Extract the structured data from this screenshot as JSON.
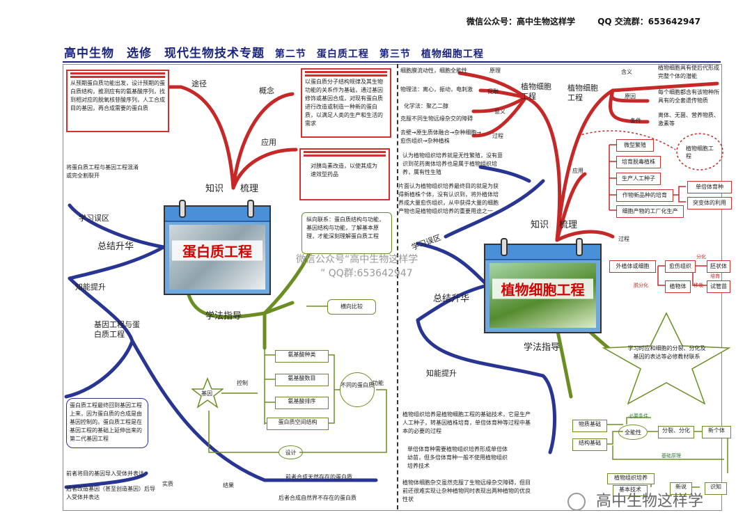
{
  "header": {
    "wechat": "微信公众号：高中生物这样学",
    "qq": "QQ 交流群：653642947"
  },
  "title": {
    "main": "高中生物　选修　现代生物技术专题",
    "sub": "第二节　蛋白质工程　第三节　植物细胞工程"
  },
  "left": {
    "card_title": "蛋白质工程",
    "branch_labels": {
      "path": "途径",
      "concept": "概念",
      "apply": "应用",
      "knowledge": "知识",
      "comb": "梳理",
      "mistakes": "学习误区",
      "summary": "总结升华",
      "ability": "知能提升",
      "gene": "基因工程与蛋白质工程",
      "method": "学法指导",
      "compare": "横向比较",
      "control": "控制",
      "function": "功能",
      "design": "设计",
      "result": "结果",
      "essence": "实质"
    },
    "path_text": "从预期蛋白质功能出发，设计预期的蛋白质结构，推测应有的氨基酸序列，找到相对应的脱氧核苷酸序列，人工合成目的基因，再合成需要的蛋白质",
    "concept_text": "以蛋白质分子结构规律及其生物功能的关系作为基础，通过基因修饰或基因合成，对现有蛋白质进行改造或制造一种新的蛋白质，以满足人类的生产和生活的需求",
    "apply_text": "对胰岛素改造，以使其成为速效型药品",
    "mistake_text": "将蛋白质工程与基因工程混淆或完全割裂开",
    "link_text": "纵向联系：蛋白质结构与功能，基因结构与功能，了解基本原理，才能深刻理解蛋白质工程",
    "gene_text": "蛋白质工程最终回到基因工程上来，因为蛋白质的合成是由基因控制的。蛋白质工程是在基因工程的基础上延伸出来的第二代基因工程",
    "gene_star": "基因",
    "protein_diff": "不同的蛋白质",
    "aa_items": [
      "氨基酸种类",
      "氨基酸数目",
      "氨基酸排序",
      "蛋白质空间结构"
    ],
    "essence1": "前者将目的基因导入受体并表达",
    "essence2": "后者改造基因（甚至创造基因）后导入受体并表达",
    "result1": "前者合成天然存在的蛋白质",
    "result2": "后者合成自然界不存在的蛋白质"
  },
  "right": {
    "card_title": "植物细胞工程",
    "branch_labels": {
      "principle": "原理",
      "promote": "促融",
      "meaning": "意义",
      "process": "过程",
      "concept": "含义",
      "reason": "原因",
      "condition": "条件",
      "apply": "应用",
      "knowledge": "知识",
      "comb": "梳理",
      "procl": "过程",
      "mistakes": "学习误区",
      "summary": "总结升华",
      "ability": "知能提升",
      "method": "学法指导",
      "fusion": "植物细胞工程",
      "pfusion": "植物细胞工程"
    },
    "principle_text": "细胞膜流动性，细胞全能性",
    "physical": "物理法：离心，振动，电刺激",
    "chemical": "化学法：聚乙二醇",
    "meaning_text": "克服不同生物远缘杂交的障碍",
    "process_text1": "去壁→原生质体融合→杂种细胞→愈伤组织→杂种植株",
    "concept_text": "植物细胞具有使后代形成完整个体的潜能",
    "reason_text": "每个细胞都含有该物种所具有的全套遗传物质",
    "condition_text": "离体、无菌、营养物质、激素等",
    "apps": [
      "微型繁殖",
      "培育脱毒植株",
      "生产人工种子",
      "作物新品种的培育",
      "细胞产物的工厂化生产"
    ],
    "breed": [
      "单倍体育种",
      "突变体的利用"
    ],
    "process_items": [
      "外植体或细胞",
      "愈伤组织",
      "胚状体",
      "植物体",
      "试管苗"
    ],
    "process_tags": [
      "脱分化",
      "分化",
      "培育",
      "移栽"
    ],
    "mistake1": "认为植物组织培养就是无性繁殖，没有意识到花药离体培养也是属于植物组织培养，属有性生殖",
    "mistake2": "片面认为植物组织培养最终目的就是为获得新植株个体，没有认识到，将外植体培养成大量愈伤组织，从中获得大量的细胞产物也是植物组织培养的重要用途之一",
    "star_text": "学习时应和细胞的分裂、分化及基因的表达等必修教材联系",
    "ability1": "植物组织培养是植物细胞工程的基础技术，它是生产人工种子，转基因植株培育，单倍体育种等过程中基本的必要的过程",
    "ability2": "单倍体育种需要植物组织培养形成单倍体幼苗，但多倍体育种一般不使用植物组织培养技术",
    "ability3": "植物体细胞杂交虽然克服了生物远缘杂交障碍，但目前还很难实现让杂种植物同时表现出两种植物的优良性状",
    "basis": [
      "物质基础",
      "结构基础",
      "全能性",
      "分裂、分化",
      "新个体",
      "必要条件",
      "基础原理",
      "植物组织培养",
      "基本技术",
      "新说",
      "识知"
    ]
  },
  "watermark": {
    "line1": "微信公众号“高中生物这样学",
    "line2": "” QQ群:653642947"
  },
  "footer": "高中生物这样学"
}
